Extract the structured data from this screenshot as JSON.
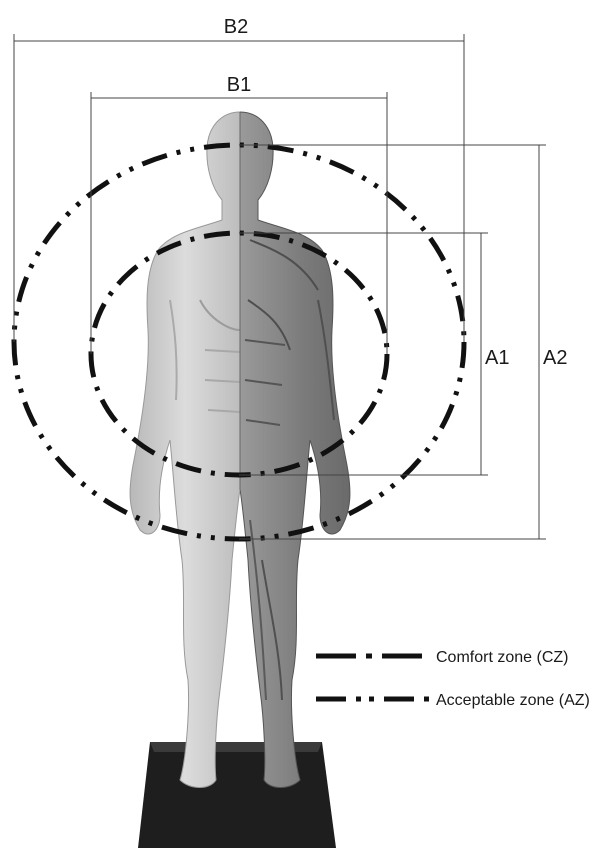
{
  "dimensions": {
    "b2": "B2",
    "b1": "B1",
    "a1": "A1",
    "a2": "A2"
  },
  "legend": {
    "comfort": "Comfort zone (CZ)",
    "acceptable": "Acceptable zone (AZ)"
  },
  "figure": {
    "subject": "anatomical-figure-half-muscle",
    "colors": {
      "skin": "#c9c9c9",
      "muscle": "#8a8a8a",
      "base": "#1e1e1e",
      "line": "#111111"
    }
  }
}
